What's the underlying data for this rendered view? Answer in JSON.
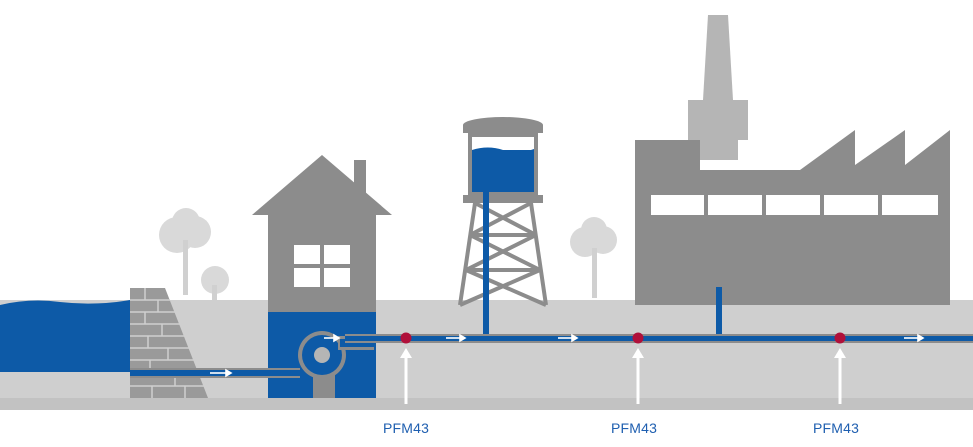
{
  "sensors": [
    {
      "label": "PFM43"
    },
    {
      "label": "PFM43"
    },
    {
      "label": "PFM43"
    }
  ],
  "colors": {
    "water": "#0d5aa7",
    "ground": "#cfcfcf",
    "ground_dark": "#bdbdbd",
    "building": "#8c8c8c",
    "building_light": "#b5b5b5",
    "tree": "#dcdcdc",
    "sensor": "#b0103a",
    "arrow": "#ffffff",
    "label": "#1f5fb0"
  },
  "icons": [
    "reservoir",
    "dam-wall",
    "pump-house",
    "pump-icon",
    "water-tower",
    "factory",
    "tree-icon",
    "flow-arrow-icon",
    "sensor-dot-icon"
  ]
}
